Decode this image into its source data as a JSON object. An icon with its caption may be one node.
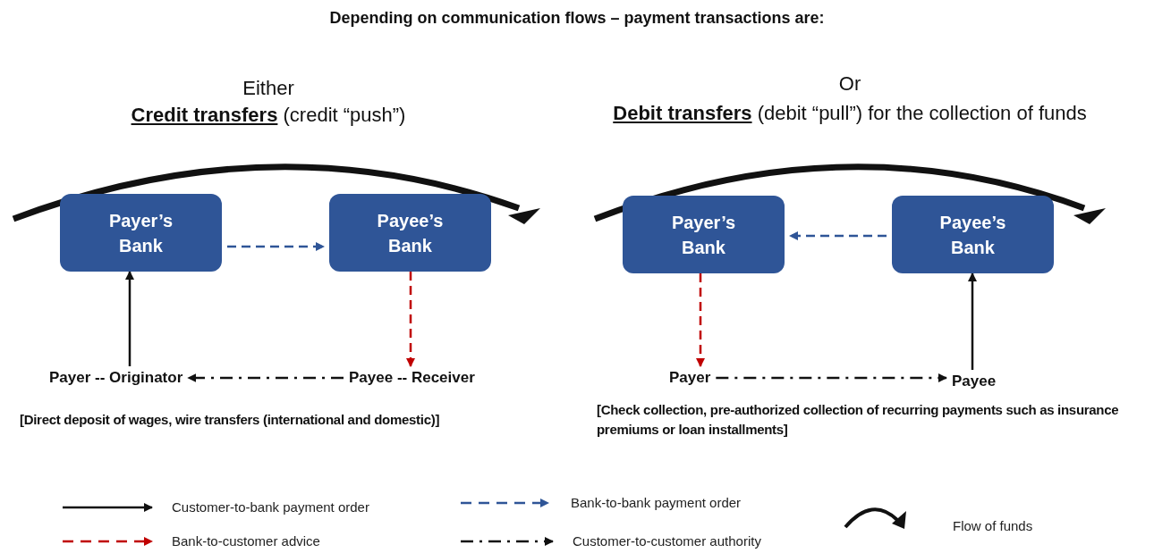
{
  "diagram": {
    "title": "Depending on communication flows – payment transactions are:",
    "nodes": [
      {
        "text": [
          "Payer’s Bank"
        ]
      },
      {
        "text": [
          "Payee’s Bank"
        ]
      },
      {
        "text": [
          "Payer -- Originator"
        ]
      },
      {
        "text": [
          "Payee -- Receiver"
        ]
      },
      {
        "text": [
          "Payer’s Bank"
        ]
      },
      {
        "text": [
          "Payee’s Bank"
        ]
      },
      {
        "text": [
          "Payer"
        ]
      },
      {
        "text": [
          "Payee"
        ]
      }
    ],
    "edges": [
      {
        "from": 2,
        "to": 0,
        "arrow": "to"
      },
      {
        "from": 0,
        "to": 1,
        "arrow": "to",
        "style": "dashed",
        "color": "#2f5597"
      },
      {
        "from": 1,
        "to": 3,
        "arrow": "to",
        "style": "dashed",
        "color": "#c00000"
      },
      {
        "from": 3,
        "to": 2,
        "arrow": "to",
        "style": "dashed"
      },
      {
        "from": 5,
        "to": 4,
        "arrow": "to",
        "style": "dashed",
        "color": "#2f5597"
      },
      {
        "from": 4,
        "to": 6,
        "arrow": "to",
        "style": "dashed",
        "color": "#c00000"
      },
      {
        "from": 6,
        "to": 7,
        "arrow": "to",
        "style": "dashed"
      },
      {
        "from": 7,
        "to": 5,
        "arrow": "to"
      }
    ],
    "labels": [
      "Either",
      "**Credit transfers** (credit “push”)",
      "Or",
      "**Debit transfers** (debit “pull”) for the collection of funds",
      "[Direct deposit of wages, wire transfers (international and domestic)]",
      "[Check collection, pre-authorized collection of recurring payments such as insurance premiums or loan installments]"
    ],
    "legend": [
      {
        "text": "Customer-to-bank payment order"
      },
      {
        "text": "Bank-to-bank payment order"
      },
      {
        "text": "Flow of funds"
      },
      {
        "text": "Bank-to-customer advice"
      },
      {
        "text": "Customer-to-customer authority"
      }
    ]
  }
}
